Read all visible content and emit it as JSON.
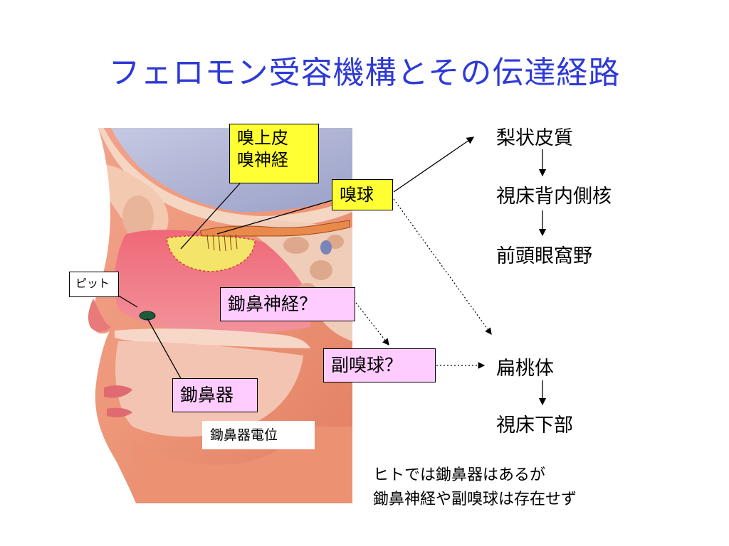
{
  "title": "フェロモン受容機構とその伝達経路",
  "labels": {
    "olfactory_epithelium": "嗅上皮",
    "olfactory_nerve": "嗅神経",
    "olfactory_bulb": "嗅球",
    "pit": "ピット",
    "vomeronasal_nerve": "鋤鼻神経？",
    "accessory_bulb": "副嗅球？",
    "vomeronasal_organ": "鋤鼻器",
    "vomeronasal_potential": "鋤鼻器電位"
  },
  "pathway_main": [
    "梨状皮質",
    "視床背内側核",
    "前頭眼窩野"
  ],
  "pathway_accessory": [
    "扁桃体",
    "視床下部"
  ],
  "note": {
    "line1": "ヒトでは鋤鼻器はあるが",
    "line2": "鋤鼻神経や副嗅球は存在せず"
  },
  "colors": {
    "title": "#2e3ad6",
    "yellow_box": "#ffff33",
    "pink_box": "#ffccff"
  }
}
